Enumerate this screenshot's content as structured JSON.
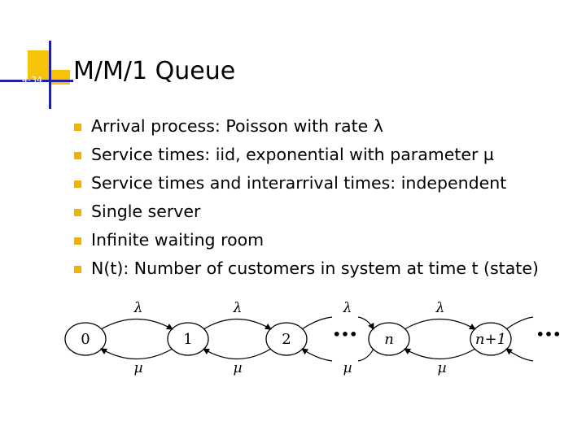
{
  "slide": {
    "number": "4-34",
    "title": "M/M/1 Queue",
    "accent_color": "#f2b200",
    "bullet_icon": "square-bullet-icon"
  },
  "bullets": [
    "Arrival process: Poisson with rate λ",
    "Service times: iid, exponential with parameter µ",
    "Service times and interarrival times: independent",
    "Single server",
    "Infinite waiting room",
    "N(t): Number of customers in system at time t (state)"
  ],
  "diagram": {
    "states": [
      "0",
      "1",
      "2",
      "n",
      "n+1"
    ],
    "arrival_rate": "λ",
    "service_rate": "µ",
    "ellipsis": "•••"
  }
}
